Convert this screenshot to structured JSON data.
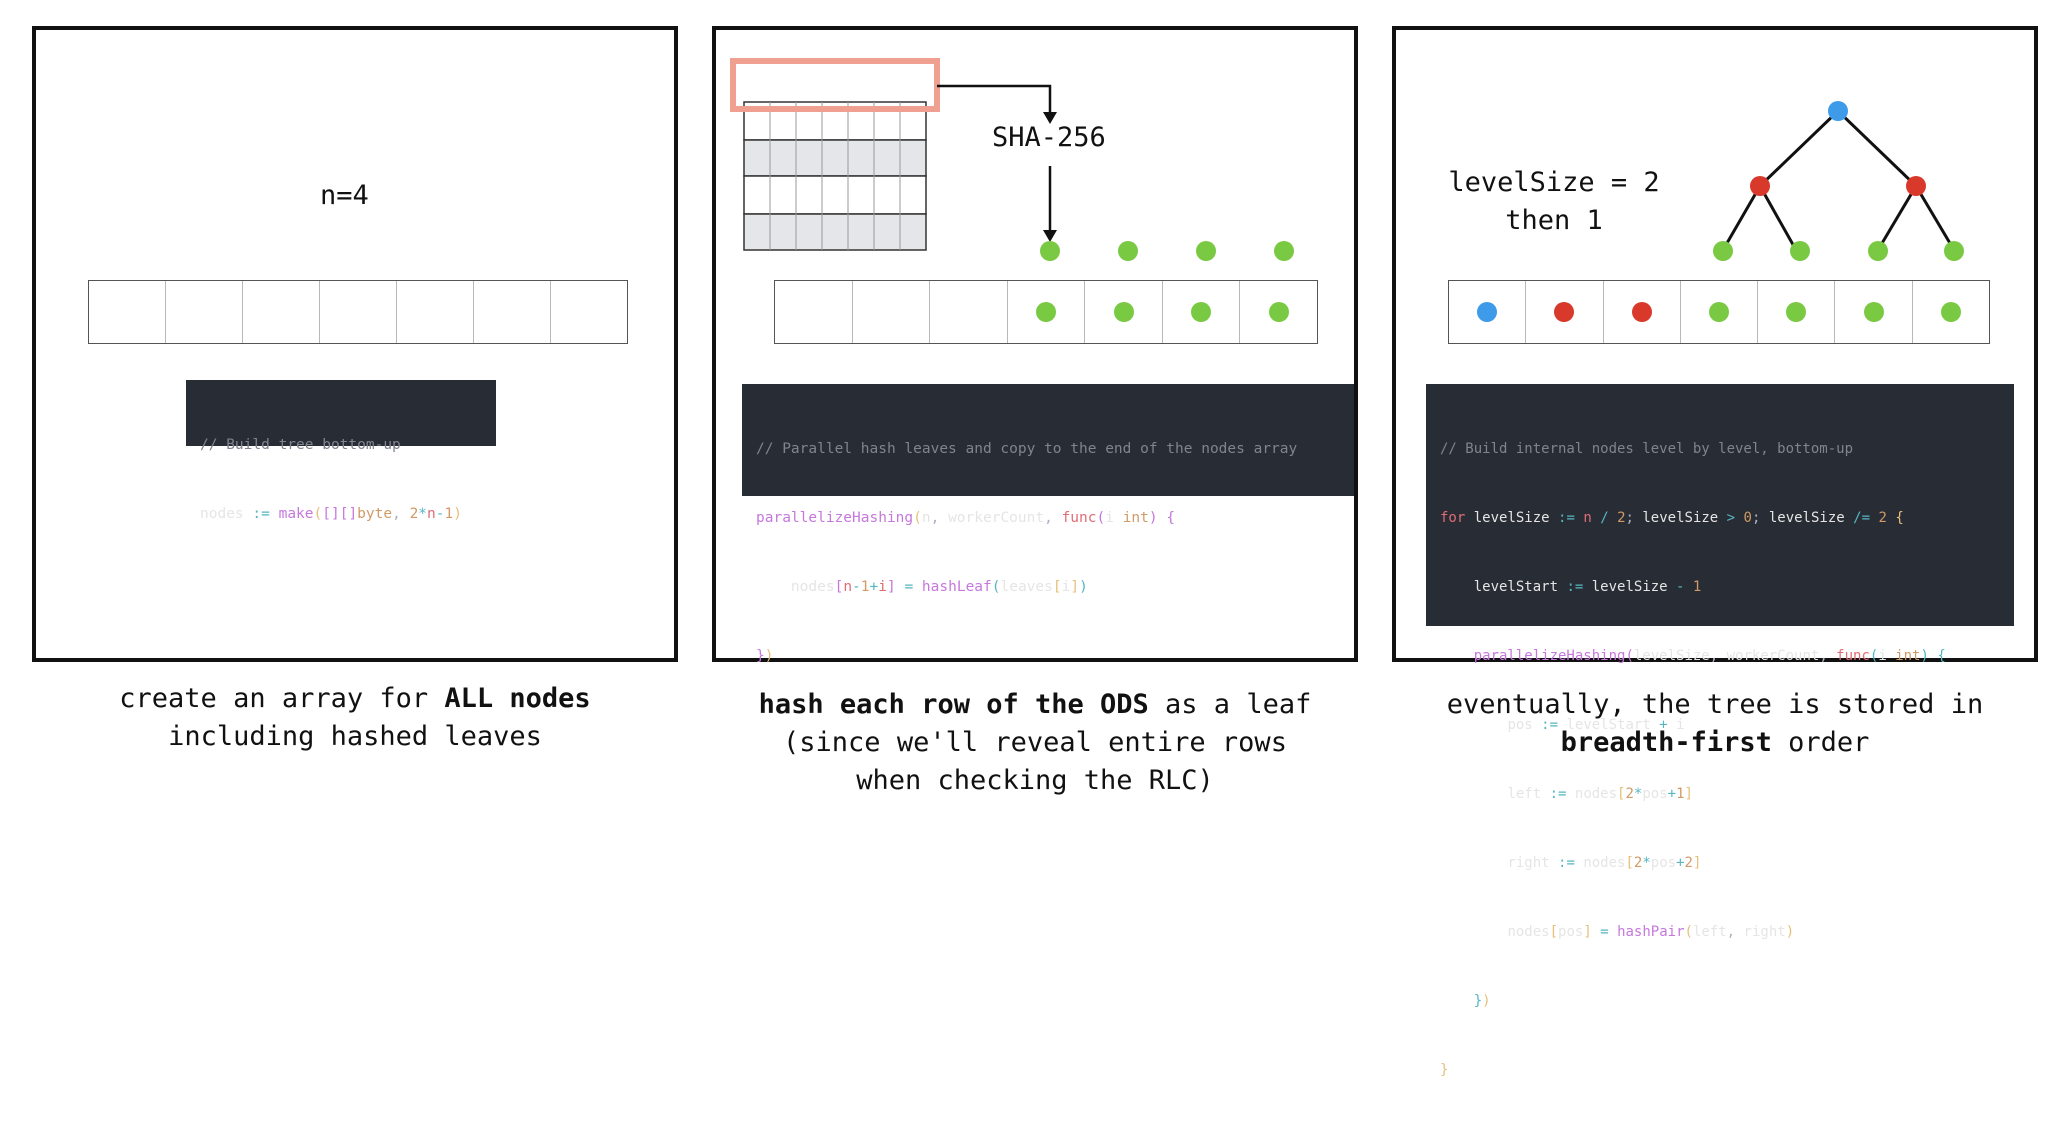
{
  "panels": [
    {
      "label": "n=4",
      "array_cells": 7,
      "code": [
        "// Build tree bottom-up",
        "nodes := make([][]byte, 2*n-1)"
      ],
      "caption_line1_pre": "create an array for ",
      "caption_line1_bold": "ALL nodes",
      "caption_line2": "including hashed leaves"
    },
    {
      "hash_label": "SHA-256",
      "ods_rows": 4,
      "ods_cols": 7,
      "array_cells": 7,
      "code": [
        "// Parallel hash leaves and copy to the end of the nodes array",
        "parallelizeHashing(n, workerCount, func(i int) {",
        "    nodes[n-1+i] = hashLeaf(leaves[i])",
        "})"
      ],
      "caption_line1_bold": "hash each row of the ODS",
      "caption_line1_post": " as a leaf",
      "caption_line2": "(since we'll reveal entire rows",
      "caption_line3": "when checking the RLC)"
    },
    {
      "label_line1": "levelSize = 2",
      "label_line2": "then 1",
      "array_cells": 7,
      "code": [
        "// Build internal nodes level by level, bottom-up",
        "for levelSize := n / 2; levelSize > 0; levelSize /= 2 {",
        "    levelStart := levelSize - 1",
        "    parallelizeHashing(levelSize, workerCount, func(i int) {",
        "        pos := levelStart + i",
        "        left := nodes[2*pos+1]",
        "        right := nodes[2*pos+2]",
        "        nodes[pos] = hashPair(left, right)",
        "    })",
        "}"
      ],
      "caption_line1": "eventually, the tree is stored in",
      "caption_line2_bold": "breadth-first",
      "caption_line2_post": " order"
    }
  ],
  "colors": {
    "root": "#3d9be9",
    "internal": "#d9392b",
    "leaf": "#7ac943",
    "highlight": "#f0a090",
    "ods_shade": "#e4e6ea"
  }
}
